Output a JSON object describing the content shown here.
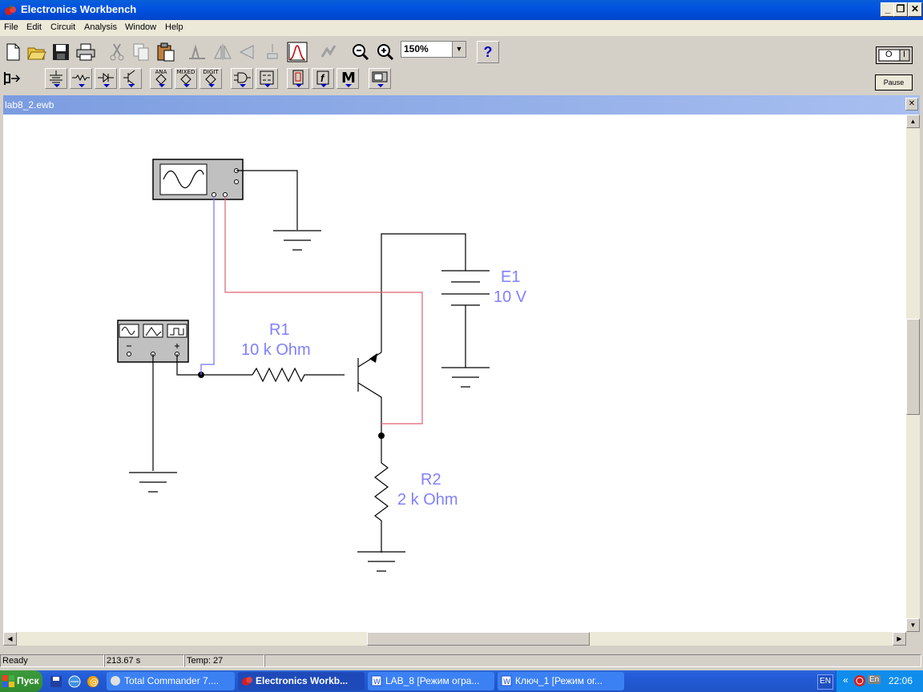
{
  "window": {
    "title": "Electronics Workbench",
    "minimize": "_",
    "restore": "❐",
    "close": "✕"
  },
  "menu": [
    "File",
    "Edit",
    "Circuit",
    "Analysis",
    "Window",
    "Help"
  ],
  "toolbar": {
    "zoom_value": "150%",
    "help": "?",
    "pause_label": "Pause",
    "switch_on": "O",
    "switch_off": "I"
  },
  "parts_toolbar": {
    "ana": "ANA",
    "mixed": "MIXED",
    "digit": "DIGIT",
    "logic": "M",
    "func": "f"
  },
  "document": {
    "title": "lab8_2.ewb",
    "close": "✕"
  },
  "circuit": {
    "r1": {
      "name": "R1",
      "value": "10 k Ohm"
    },
    "r2": {
      "name": "R2",
      "value": "2 k Ohm"
    },
    "e1": {
      "name": "E1",
      "value": "10 V"
    },
    "wire_blue": "#7070ff",
    "wire_red": "#e06070"
  },
  "status": {
    "state": "Ready",
    "time": "213.67 s",
    "temp": "Temp:  27"
  },
  "taskbar": {
    "start": "Пуск",
    "tasks": [
      {
        "label": "Total Commander 7....",
        "active": false
      },
      {
        "label": "Electronics Workb...",
        "active": true
      },
      {
        "label": "LAB_8 [Режим огра...",
        "active": false
      },
      {
        "label": "Ключ_1 [Режим ог...",
        "active": false
      }
    ],
    "lang": "EN",
    "tray_lang": "En",
    "tray_chevron": "«",
    "clock": "22:06"
  }
}
